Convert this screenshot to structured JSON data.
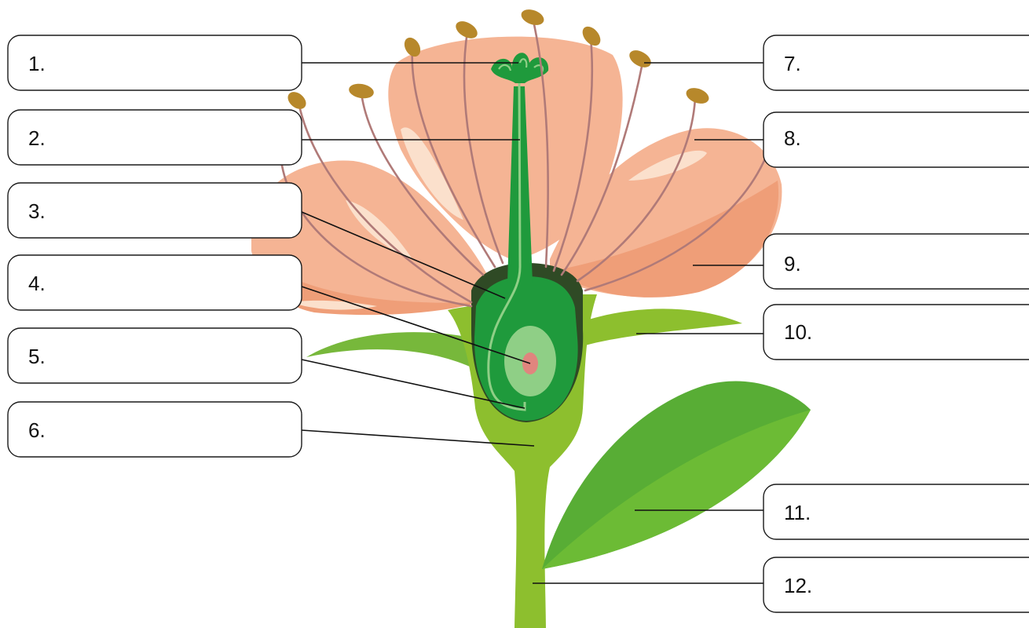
{
  "labels": {
    "l1": "1.",
    "l2": "2.",
    "l3": "3.",
    "l4": "4.",
    "l5": "5.",
    "l6": "6.",
    "l7": "7.",
    "l8": "8.",
    "l9": "9.",
    "l10": "10.",
    "l11": "11.",
    "l12": "12."
  },
  "colors": {
    "petal": "#f5b494",
    "petal_dark": "#ef9e78",
    "stem": "#8dbf2e",
    "leaf": "#5fae35",
    "ovary": "#1f9a3c",
    "ovary_dark": "#2f4a25",
    "ovule": "#8fcf86",
    "anther": "#b7882b"
  }
}
